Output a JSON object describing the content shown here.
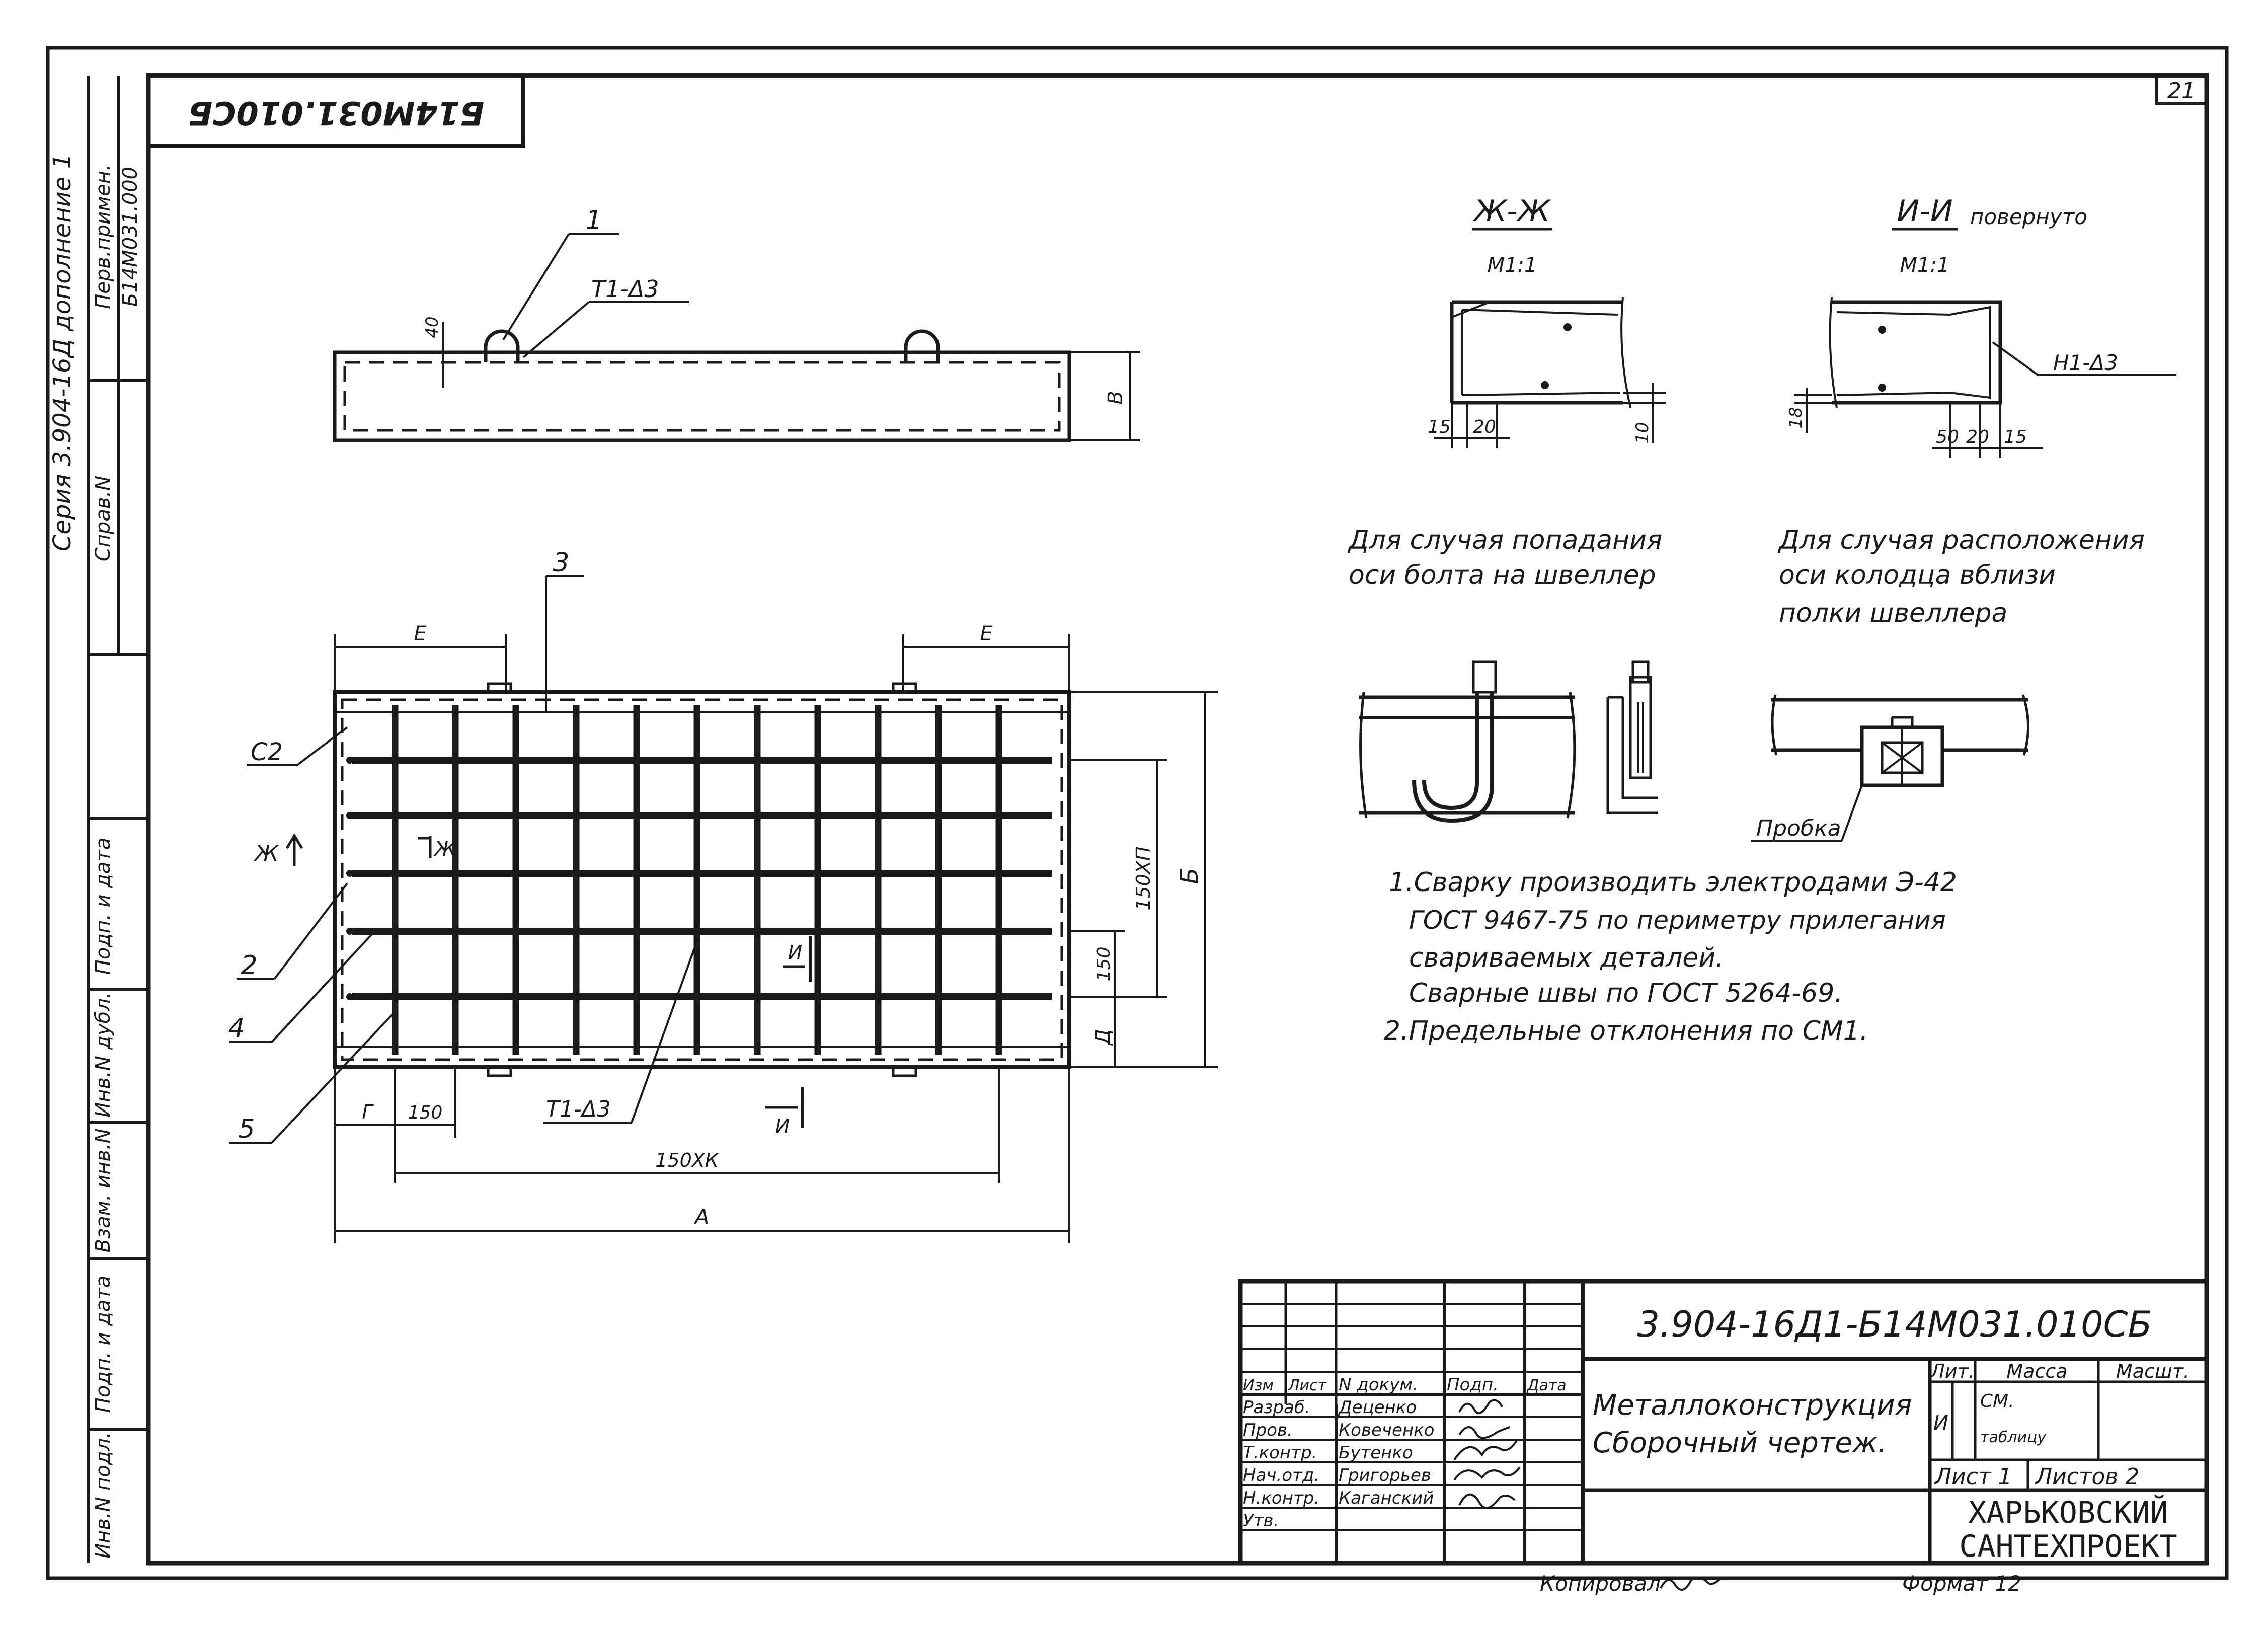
{
  "page_number": "21",
  "left_strip": {
    "series": "Серия 3.904-16Д дополнение 1",
    "perv_primen_label": "Перв.примен.",
    "perv_primen_value": "Б14М031.000",
    "sprav_label": "Справ.N",
    "fields": [
      "Подп. и дата",
      "Инв.N дубл.",
      "Взам. инв.N",
      "Подп. и дата",
      "Инв.N подл."
    ]
  },
  "stamp_rotated": "Б14М031.010СБ",
  "top_view": {
    "pos1": "1",
    "weld": "Т1-Δ3",
    "dim_40": "40",
    "dim_b": "В"
  },
  "plan_view": {
    "pos3": "3",
    "pos_c2": "С2",
    "pos2": "2",
    "pos4": "4",
    "pos5": "5",
    "dim_e_left": "Е",
    "dim_e_right": "Е",
    "section_zh_left": "Ж",
    "section_zh_mid": "Ж",
    "section_i_top": "И",
    "section_i_bottom": "И",
    "dim_150xn": "150ХП",
    "dim_b_cap": "Б",
    "dim_150_right": "150",
    "dim_d": "Д",
    "dim_g": "Г",
    "dim_150_bottom": "150",
    "weld": "Т1-Δ3",
    "dim_150xk": "150ХК",
    "dim_a": "А"
  },
  "section_zh": {
    "title": "Ж-Ж",
    "scale": "М1:1",
    "d15": "15",
    "d20": "20",
    "d10": "10"
  },
  "section_i": {
    "title": "И-И",
    "rotated": "повернуто",
    "scale": "М1:1",
    "weld": "Н1-Δ3",
    "d18": "18",
    "d50": "50",
    "d20": "20",
    "d15": "15"
  },
  "case_bolt": [
    "Для случая попадания",
    "оси болта на швеллер"
  ],
  "case_well": [
    "Для случая расположения",
    "оси колодца вблизи",
    "полки швеллера"
  ],
  "probka": "Пробка",
  "notes": [
    "1.Сварку производить электродами Э-42",
    "ГОСТ 9467-75 по периметру прилегания",
    "свариваемых деталей.",
    "Сварные швы по ГОСТ 5264-69.",
    "2.Предельные отклонения по СМ1."
  ],
  "title_block": {
    "doc_code": "3.904-16Д1-Б14М031.010СБ",
    "headers": [
      "Изм",
      "Лист",
      "N докум.",
      "Подп.",
      "Дата"
    ],
    "rows": [
      {
        "role": "Разраб.",
        "name": "Деценко"
      },
      {
        "role": "Пров.",
        "name": "Ковеченко"
      },
      {
        "role": "Т.контр.",
        "name": "Бутенко"
      },
      {
        "role": "Нач.отд.",
        "name": "Григорьев"
      },
      {
        "role": "Н.контр.",
        "name": "Каганский"
      },
      {
        "role": "Утв.",
        "name": ""
      }
    ],
    "name_line1": "Металлоконструкция",
    "name_line2": "Сборочный чертеж.",
    "lit_label": "Лит.",
    "mass_label": "Масса",
    "scale_label": "Масшт.",
    "lit_value": "И",
    "mass_value_1": "СМ.",
    "mass_value_2": "таблицу",
    "sheet_label": "Лист 1",
    "sheets_label": "Листов 2",
    "org_line1": "ХАРЬКОВСКИЙ",
    "org_line2": "САНТЕХПРОЕКТ"
  },
  "footer": {
    "copied": "Копировал",
    "format": "Формат 12"
  }
}
